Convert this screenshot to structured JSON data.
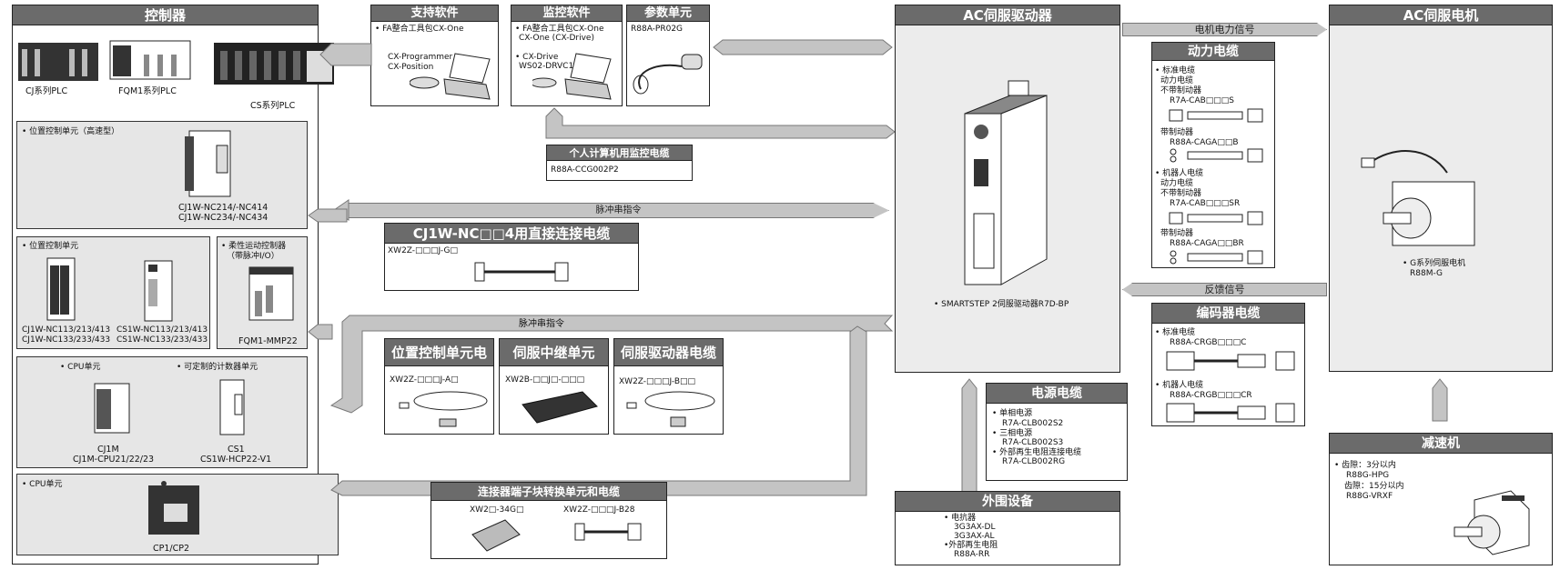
{
  "controller": {
    "title": "控制器",
    "plcs": [
      "CJ系列PLC",
      "FQM1系列PLC",
      "CS系列PLC"
    ],
    "high_speed": {
      "label": "• 位置控制单元（高速型）",
      "models": [
        "CJ1W-NC214/-NC414",
        "CJ1W-NC234/-NC434"
      ]
    },
    "pos_unit": {
      "label": "• 位置控制单元",
      "cj_models": [
        "CJ1W-NC113/213/413",
        "CJ1W-NC133/233/433"
      ],
      "cs_models": [
        "CS1W-NC113/213/413",
        "CS1W-NC133/233/433"
      ]
    },
    "flex": {
      "label": "• 柔性运动控制器",
      "sub": "（带脉冲I/O）",
      "model": "FQM1-MMP22"
    },
    "cpu": {
      "label": "• CPU单元",
      "model1": "CJ1M",
      "model2": "CJ1M-CPU21/22/23"
    },
    "counter": {
      "label": "• 可定制的计数器单元",
      "model1": "CS1",
      "model2": "CS1W-HCP22-V1"
    },
    "cp": {
      "label": "• CPU单元",
      "model": "CP1/CP2"
    }
  },
  "support_sw": {
    "title": "支持软件",
    "line1": "• FA整合工具包CX-One",
    "paren1": "CX-Programmer",
    "paren2": "CX-Position"
  },
  "monitor_sw": {
    "title": "监控软件",
    "line1": "• FA整合工具包CX-One",
    "line2": "CX-One (CX-Drive)",
    "line3": "• CX-Drive",
    "line4": "WS02-DRVC1"
  },
  "param_unit": {
    "title": "参数单元",
    "model": "R88A-PR02G"
  },
  "pc_cable": {
    "title": "个人计算机用监控电缆",
    "model": "R88A-CCG002P2"
  },
  "pulse_label": "脉冲串指令",
  "direct_cable": {
    "title": "CJ1W-NC□□4用直接连接电缆",
    "model": "XW2Z-□□□J-G□"
  },
  "pos_cable": {
    "title": "位置控制单元电缆",
    "model": "XW2Z-□□□J-A□"
  },
  "relay_unit": {
    "title": "伺服中继单元",
    "model": "XW2B-□□J□-□□□"
  },
  "drive_cable": {
    "title": "伺服驱动器电缆",
    "model": "XW2Z-□□□J-B□□"
  },
  "terminal": {
    "title": "连接器端子块转换单元和电缆",
    "model1": "XW2□-34G□",
    "model2": "XW2Z-□□□J-B28"
  },
  "servo_drive": {
    "title": "AC伺服驱动器",
    "caption": "• SMARTSTEP 2伺服驱动器R7D-BP"
  },
  "motor_power_signal": "电机电力信号",
  "feedback_signal": "反馈信号",
  "power_cable": {
    "title": "动力电缆",
    "std": [
      "• 标准电缆",
      "动力电缆",
      "不带制动器",
      "R7A-CAB□□□S",
      "带制动器",
      "R88A-CAGA□□B"
    ],
    "robot": [
      "• 机器人电缆",
      "动力电缆",
      "不带制动器",
      "R7A-CAB□□□SR",
      "带制动器",
      "R88A-CAGA□□BR"
    ]
  },
  "encoder_cable": {
    "title": "编码器电缆",
    "std_label": "• 标准电缆",
    "std_model": "R88A-CRGB□□□C",
    "robot_label": "• 机器人电缆",
    "robot_model": "R88A-CRGB□□□CR"
  },
  "servo_motor": {
    "title": "AC伺服电机",
    "label": "• G系列伺服电机",
    "model": "R88M-G"
  },
  "supply_cable": {
    "title": "电源电缆",
    "items": [
      "• 单相电源",
      "R7A-CLB002S2",
      "• 三相电源",
      "R7A-CLB002S3",
      "• 外部再生电阻连接电缆",
      "R7A-CLB002RG"
    ]
  },
  "peripheral": {
    "title": "外围设备",
    "items": [
      "• 电抗器",
      "3G3AX-DL",
      "3G3AX-AL",
      "•外部再生电阻",
      "R88A-RR"
    ]
  },
  "reducer": {
    "title": "减速机",
    "items": [
      "• 齿隙：3分以内",
      "R88G-HPG",
      "齿隙：15分以内",
      "R88G-VRXF"
    ]
  }
}
